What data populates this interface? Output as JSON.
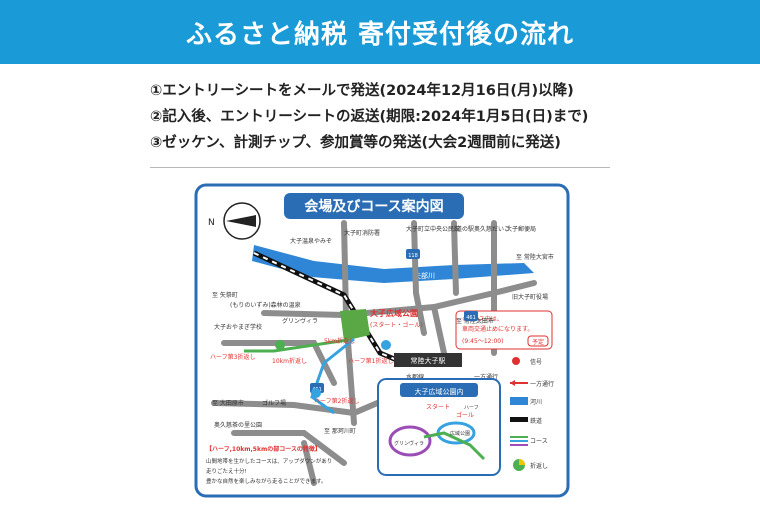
{
  "header": {
    "title": "ふるさと納税 寄付受付後の流れ"
  },
  "steps": [
    "①エントリーシートをメールで発送(2024年12月16日(月)以降)",
    "②記入後、エントリーシートの返送(期限:2024年1月5日(日)まで)",
    "③ゼッケン、計測チップ、参加賞等の発送(大会2週間前に発送)"
  ],
  "map": {
    "title": "会場及びコース案内図",
    "north": "N",
    "river": "矢部川",
    "park_name": "大子広域公園",
    "park_sub": "(スタート・ゴール)",
    "station": "常陸大子駅",
    "notice_lines": [
      "※コース内は、",
      "車両交通止めになります。",
      "(9:45〜12:00)"
    ],
    "notice_badge": "予定",
    "inset_title": "大子広域公園内",
    "inset_start": "スタート",
    "inset_goal": "ゴール",
    "inset_half": "ハーフ",
    "inset_field": "グリンヴィラ",
    "inset_facility": "広域公園",
    "legend": {
      "signal": "信号",
      "oneway": "一方通行",
      "river": "河川",
      "rail": "鉄道",
      "course": "コース",
      "turn": "折返し"
    },
    "labels": {
      "onsen": "大子温泉やみぞ",
      "fire": "大子町消防署",
      "town_office": "大子町立中央公民館",
      "michinoeki": "道の駅奥久慈だいご",
      "post": "大子郵便局",
      "old_office": "旧大子町役場",
      "yabe": "至 矢祭町",
      "forest_onsen": "(もりのいずみ)森林の温泉",
      "greenvilla": "グリンヴィラ",
      "oyama": "大子おやまぎ学校",
      "half3": "ハーフ第3折返し",
      "half1": "ハーフ第1折返し",
      "half2": "ハーフ第2折返し",
      "km10": "10km折返し",
      "km5": "5km折返し",
      "mito": "水郡線",
      "oda": "至 大田原市",
      "golf": "ゴルフ場",
      "okukuji": "奥久慈茶の里公園",
      "hitachiota": "至 常陸太田市",
      "arrow_oneway": "一方通行",
      "hitachi_omiya": "至 常陸大宮市",
      "kanazawa": "至 那珂川町",
      "route461": "461",
      "route118": "118"
    },
    "note_title": "【ハーフ,10km,5kmの部コースの特徴】",
    "note_lines": [
      "山間地帯を生かしたコースは、アップダウンがあり",
      "走りごたえ十分!",
      "豊かな自然を楽しみながら走ることができます。"
    ],
    "colors": {
      "border": "#2a6db4",
      "title_bg": "#2a6db4",
      "river": "#2f86d6",
      "road": "#8d8d8d",
      "course_green": "#4caf50",
      "course_blue": "#36a2df",
      "course_purple": "#9b4db5",
      "park": "#5aa845",
      "red": "#e03030"
    }
  }
}
